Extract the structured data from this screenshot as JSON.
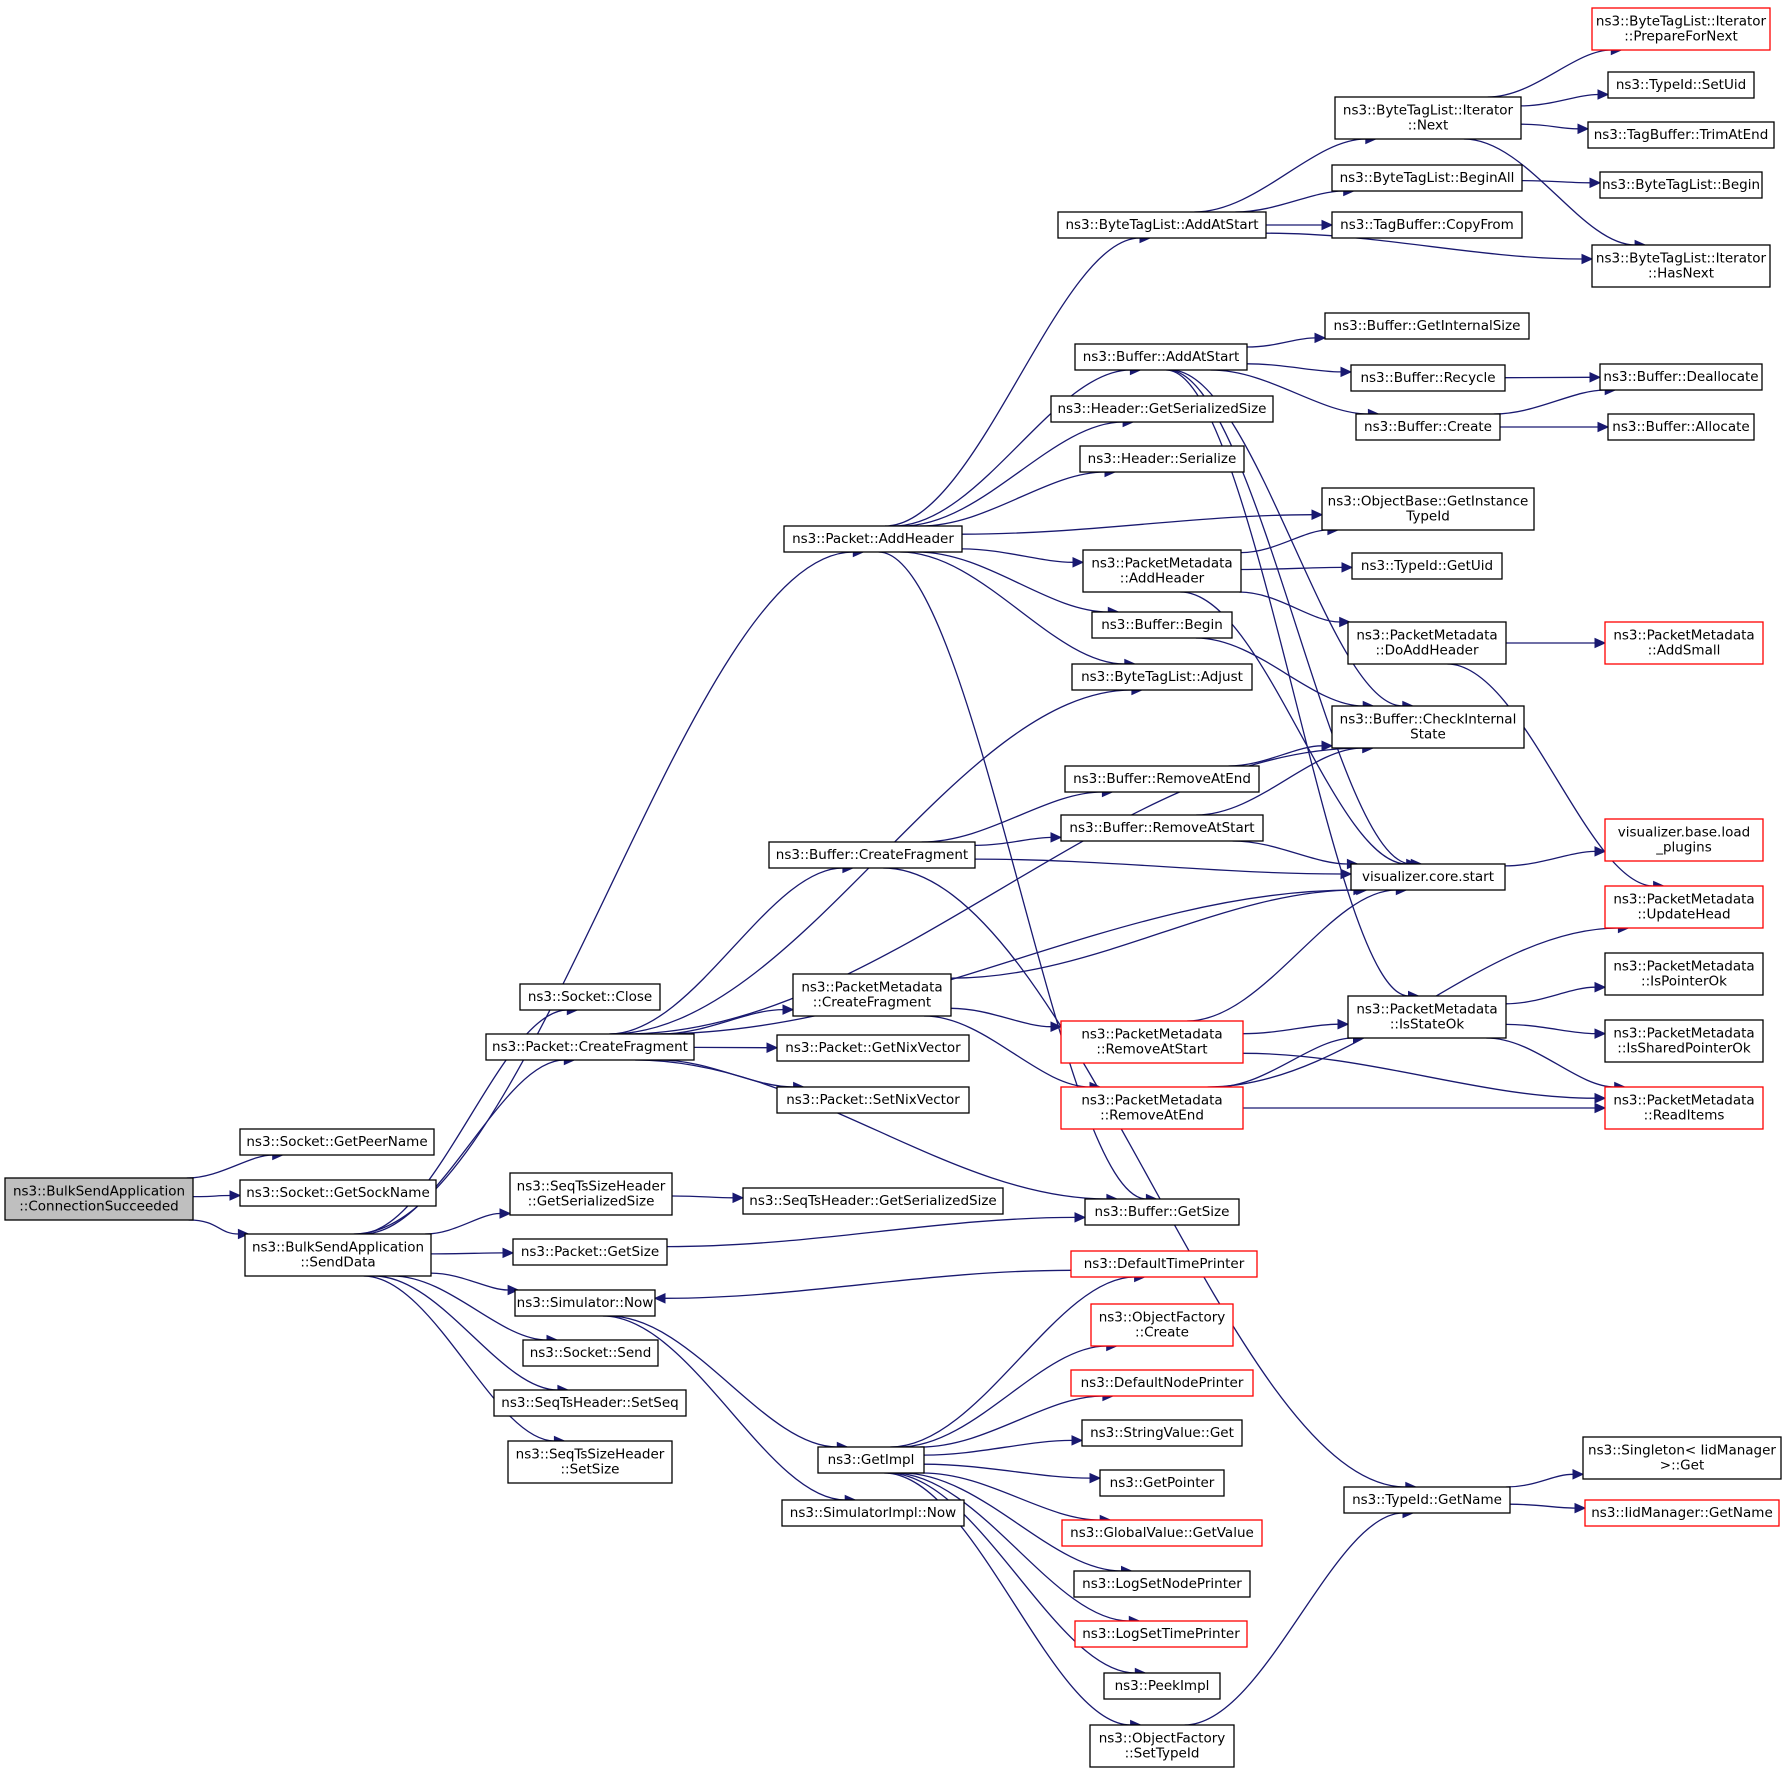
{
  "graph": {
    "nodes": [
      {
        "id": "root",
        "lines": [
          "ns3::BulkSendApplication",
          "::ConnectionSucceeded"
        ],
        "style": "root"
      },
      {
        "id": "getpeer",
        "lines": [
          "ns3::Socket::GetPeerName"
        ]
      },
      {
        "id": "getsock",
        "lines": [
          "ns3::Socket::GetSockName"
        ]
      },
      {
        "id": "senddata",
        "lines": [
          "ns3::BulkSendApplication",
          "::SendData"
        ]
      },
      {
        "id": "sclose",
        "lines": [
          "ns3::Socket::Close"
        ]
      },
      {
        "id": "pcf",
        "lines": [
          "ns3::Packet::CreateFragment"
        ]
      },
      {
        "id": "stsgs",
        "lines": [
          "ns3::SeqTsSizeHeader",
          "::GetSerializedSize"
        ]
      },
      {
        "id": "pgetsize",
        "lines": [
          "ns3::Packet::GetSize"
        ]
      },
      {
        "id": "simnow",
        "lines": [
          "ns3::Simulator::Now"
        ]
      },
      {
        "id": "ssend",
        "lines": [
          "ns3::Socket::Send"
        ]
      },
      {
        "id": "setseq",
        "lines": [
          "ns3::SeqTsHeader::SetSeq"
        ]
      },
      {
        "id": "setsize",
        "lines": [
          "ns3::SeqTsSizeHeader",
          "::SetSize"
        ]
      },
      {
        "id": "addheader",
        "lines": [
          "ns3::Packet::AddHeader"
        ]
      },
      {
        "id": "bcf",
        "lines": [
          "ns3::Buffer::CreateFragment"
        ]
      },
      {
        "id": "pmcf",
        "lines": [
          "ns3::PacketMetadata",
          "::CreateFragment"
        ]
      },
      {
        "id": "getnix",
        "lines": [
          "ns3::Packet::GetNixVector"
        ]
      },
      {
        "id": "setnix",
        "lines": [
          "ns3::Packet::SetNixVector"
        ]
      },
      {
        "id": "stgs",
        "lines": [
          "ns3::SeqTsHeader::GetSerializedSize"
        ]
      },
      {
        "id": "getimpl",
        "lines": [
          "ns3::GetImpl"
        ]
      },
      {
        "id": "simimplnow",
        "lines": [
          "ns3::SimulatorImpl::Now"
        ]
      },
      {
        "id": "btladdatstart",
        "lines": [
          "ns3::ByteTagList::AddAtStart"
        ]
      },
      {
        "id": "baddatstart",
        "lines": [
          "ns3::Buffer::AddAtStart"
        ]
      },
      {
        "id": "hgss",
        "lines": [
          "ns3::Header::GetSerializedSize"
        ]
      },
      {
        "id": "hser",
        "lines": [
          "ns3::Header::Serialize"
        ]
      },
      {
        "id": "pmaddheader",
        "lines": [
          "ns3::PacketMetadata",
          "::AddHeader"
        ]
      },
      {
        "id": "bbegin",
        "lines": [
          "ns3::Buffer::Begin"
        ]
      },
      {
        "id": "btladjust",
        "lines": [
          "ns3::ByteTagList::Adjust"
        ]
      },
      {
        "id": "bremend",
        "lines": [
          "ns3::Buffer::RemoveAtEnd"
        ]
      },
      {
        "id": "bremstart",
        "lines": [
          "ns3::Buffer::RemoveAtStart"
        ]
      },
      {
        "id": "pmremstart",
        "lines": [
          "ns3::PacketMetadata",
          "::RemoveAtStart"
        ],
        "style": "red"
      },
      {
        "id": "pmremend",
        "lines": [
          "ns3::PacketMetadata",
          "::RemoveAtEnd"
        ],
        "style": "red"
      },
      {
        "id": "bgetsize",
        "lines": [
          "ns3::Buffer::GetSize"
        ]
      },
      {
        "id": "deftime",
        "lines": [
          "ns3::DefaultTimePrinter"
        ],
        "style": "red"
      },
      {
        "id": "ofcreate",
        "lines": [
          "ns3::ObjectFactory",
          "::Create"
        ],
        "style": "red"
      },
      {
        "id": "defnode",
        "lines": [
          "ns3::DefaultNodePrinter"
        ],
        "style": "red"
      },
      {
        "id": "svget",
        "lines": [
          "ns3::StringValue::Get"
        ]
      },
      {
        "id": "getpointer",
        "lines": [
          "ns3::GetPointer"
        ]
      },
      {
        "id": "gvgetvalue",
        "lines": [
          "ns3::GlobalValue::GetValue"
        ],
        "style": "red"
      },
      {
        "id": "logsetnode",
        "lines": [
          "ns3::LogSetNodePrinter"
        ]
      },
      {
        "id": "logsettime",
        "lines": [
          "ns3::LogSetTimePrinter"
        ],
        "style": "red"
      },
      {
        "id": "peekimpl",
        "lines": [
          "ns3::PeekImpl"
        ]
      },
      {
        "id": "ofsettypeid",
        "lines": [
          "ns3::ObjectFactory",
          "::SetTypeId"
        ]
      },
      {
        "id": "btlinext",
        "lines": [
          "ns3::ByteTagList::Iterator",
          "::Next"
        ]
      },
      {
        "id": "btlbeginall",
        "lines": [
          "ns3::ByteTagList::BeginAll"
        ]
      },
      {
        "id": "tbcopyfrom",
        "lines": [
          "ns3::TagBuffer::CopyFrom"
        ]
      },
      {
        "id": "bgetinternal",
        "lines": [
          "ns3::Buffer::GetInternalSize"
        ]
      },
      {
        "id": "brecycle",
        "lines": [
          "ns3::Buffer::Recycle"
        ]
      },
      {
        "id": "bcreate",
        "lines": [
          "ns3::Buffer::Create"
        ]
      },
      {
        "id": "obgetinst",
        "lines": [
          "ns3::ObjectBase::GetInstance",
          "TypeId"
        ]
      },
      {
        "id": "tigetuid",
        "lines": [
          "ns3::TypeId::GetUid"
        ]
      },
      {
        "id": "pmdoadd",
        "lines": [
          "ns3::PacketMetadata",
          "::DoAddHeader"
        ]
      },
      {
        "id": "bcheck",
        "lines": [
          "ns3::Buffer::CheckInternal",
          "State"
        ]
      },
      {
        "id": "vcorestart",
        "lines": [
          "visualizer.core.start"
        ]
      },
      {
        "id": "pmisstate",
        "lines": [
          "ns3::PacketMetadata",
          "::IsStateOk"
        ]
      },
      {
        "id": "tigetname",
        "lines": [
          "ns3::TypeId::GetName"
        ]
      },
      {
        "id": "btliprep",
        "lines": [
          "ns3::ByteTagList::Iterator",
          "::PrepareForNext"
        ],
        "style": "red"
      },
      {
        "id": "tisetuid",
        "lines": [
          "ns3::TypeId::SetUid"
        ]
      },
      {
        "id": "tbtrim",
        "lines": [
          "ns3::TagBuffer::TrimAtEnd"
        ]
      },
      {
        "id": "btlbegin",
        "lines": [
          "ns3::ByteTagList::Begin"
        ]
      },
      {
        "id": "btlihasnext",
        "lines": [
          "ns3::ByteTagList::Iterator",
          "::HasNext"
        ]
      },
      {
        "id": "bdealloc",
        "lines": [
          "ns3::Buffer::Deallocate"
        ]
      },
      {
        "id": "balloc",
        "lines": [
          "ns3::Buffer::Allocate"
        ]
      },
      {
        "id": "pmaddsmall",
        "lines": [
          "ns3::PacketMetadata",
          "::AddSmall"
        ],
        "style": "red"
      },
      {
        "id": "vbaseload",
        "lines": [
          "visualizer.base.load",
          "_plugins"
        ],
        "style": "red"
      },
      {
        "id": "pmupdatehead",
        "lines": [
          "ns3::PacketMetadata",
          "::UpdateHead"
        ],
        "style": "red"
      },
      {
        "id": "pmispointer",
        "lines": [
          "ns3::PacketMetadata",
          "::IsPointerOk"
        ]
      },
      {
        "id": "pmisshared",
        "lines": [
          "ns3::PacketMetadata",
          "::IsSharedPointerOk"
        ]
      },
      {
        "id": "pmreaditems",
        "lines": [
          "ns3::PacketMetadata",
          "::ReadItems"
        ],
        "style": "red"
      },
      {
        "id": "singleton",
        "lines": [
          "ns3::Singleton< IidManager",
          ">::Get"
        ]
      },
      {
        "id": "iidgetname",
        "lines": [
          "ns3::IidManager::GetName"
        ],
        "style": "red"
      }
    ],
    "edges": [
      [
        "root",
        "getpeer"
      ],
      [
        "root",
        "getsock"
      ],
      [
        "root",
        "senddata"
      ],
      [
        "senddata",
        "sclose"
      ],
      [
        "senddata",
        "pcf"
      ],
      [
        "senddata",
        "addheader"
      ],
      [
        "senddata",
        "stsgs"
      ],
      [
        "senddata",
        "pgetsize"
      ],
      [
        "senddata",
        "simnow"
      ],
      [
        "senddata",
        "ssend"
      ],
      [
        "senddata",
        "setseq"
      ],
      [
        "senddata",
        "setsize"
      ],
      [
        "pcf",
        "btladjust"
      ],
      [
        "pcf",
        "bcf"
      ],
      [
        "pcf",
        "pmcf"
      ],
      [
        "pcf",
        "getnix"
      ],
      [
        "pcf",
        "setnix"
      ],
      [
        "pcf",
        "bgetsize"
      ],
      [
        "pcf",
        "vcorestart"
      ],
      [
        "pcf",
        "bcheck"
      ],
      [
        "stsgs",
        "stgs"
      ],
      [
        "pgetsize",
        "bgetsize"
      ],
      [
        "simnow",
        "getimpl"
      ],
      [
        "simnow",
        "simimplnow"
      ],
      [
        "addheader",
        "btladdatstart"
      ],
      [
        "addheader",
        "baddatstart"
      ],
      [
        "addheader",
        "hgss"
      ],
      [
        "addheader",
        "hser"
      ],
      [
        "addheader",
        "obgetinst"
      ],
      [
        "addheader",
        "pmaddheader"
      ],
      [
        "addheader",
        "bbegin"
      ],
      [
        "addheader",
        "btladjust"
      ],
      [
        "addheader",
        "bgetsize"
      ],
      [
        "bcf",
        "bremend"
      ],
      [
        "bcf",
        "bremstart"
      ],
      [
        "bcf",
        "vcorestart"
      ],
      [
        "bcf",
        "tigetname"
      ],
      [
        "pmcf",
        "pmremstart"
      ],
      [
        "pmcf",
        "pmremend"
      ],
      [
        "pmcf",
        "vcorestart"
      ],
      [
        "getimpl",
        "deftime"
      ],
      [
        "getimpl",
        "ofcreate"
      ],
      [
        "getimpl",
        "defnode"
      ],
      [
        "getimpl",
        "svget"
      ],
      [
        "getimpl",
        "getpointer"
      ],
      [
        "getimpl",
        "gvgetvalue"
      ],
      [
        "getimpl",
        "logsetnode"
      ],
      [
        "getimpl",
        "logsettime"
      ],
      [
        "getimpl",
        "peekimpl"
      ],
      [
        "getimpl",
        "ofsettypeid"
      ],
      [
        "deftime",
        "simnow"
      ],
      [
        "ofsettypeid",
        "tigetname"
      ],
      [
        "btladdatstart",
        "btlinext"
      ],
      [
        "btladdatstart",
        "btlbeginall"
      ],
      [
        "btladdatstart",
        "tbcopyfrom"
      ],
      [
        "btladdatstart",
        "btlihasnext"
      ],
      [
        "baddatstart",
        "bgetinternal"
      ],
      [
        "baddatstart",
        "brecycle"
      ],
      [
        "baddatstart",
        "bcreate"
      ],
      [
        "baddatstart",
        "bcheck"
      ],
      [
        "baddatstart",
        "vcorestart"
      ],
      [
        "baddatstart",
        "pmisstate"
      ],
      [
        "pmaddheader",
        "obgetinst"
      ],
      [
        "pmaddheader",
        "tigetuid"
      ],
      [
        "pmaddheader",
        "pmdoadd"
      ],
      [
        "pmaddheader",
        "vcorestart"
      ],
      [
        "bbegin",
        "bcheck"
      ],
      [
        "bremend",
        "bcheck"
      ],
      [
        "bremstart",
        "bcheck"
      ],
      [
        "bremstart",
        "vcorestart"
      ],
      [
        "pmremstart",
        "vcorestart"
      ],
      [
        "pmremstart",
        "pmisstate"
      ],
      [
        "pmremstart",
        "pmreaditems"
      ],
      [
        "pmremend",
        "pmisstate"
      ],
      [
        "pmremend",
        "pmupdatehead"
      ],
      [
        "pmremend",
        "pmreaditems"
      ],
      [
        "btlinext",
        "btliprep"
      ],
      [
        "btlinext",
        "tisetuid"
      ],
      [
        "btlinext",
        "tbtrim"
      ],
      [
        "btlinext",
        "btlihasnext"
      ],
      [
        "btlbeginall",
        "btlbegin"
      ],
      [
        "brecycle",
        "bdealloc"
      ],
      [
        "bcreate",
        "bdealloc"
      ],
      [
        "bcreate",
        "balloc"
      ],
      [
        "pmdoadd",
        "pmaddsmall"
      ],
      [
        "pmdoadd",
        "pmupdatehead"
      ],
      [
        "vcorestart",
        "vbaseload"
      ],
      [
        "pmisstate",
        "pmispointer"
      ],
      [
        "pmisstate",
        "pmisshared"
      ],
      [
        "pmisstate",
        "pmreaditems"
      ],
      [
        "tigetname",
        "singleton"
      ],
      [
        "tigetname",
        "iidgetname"
      ]
    ]
  }
}
